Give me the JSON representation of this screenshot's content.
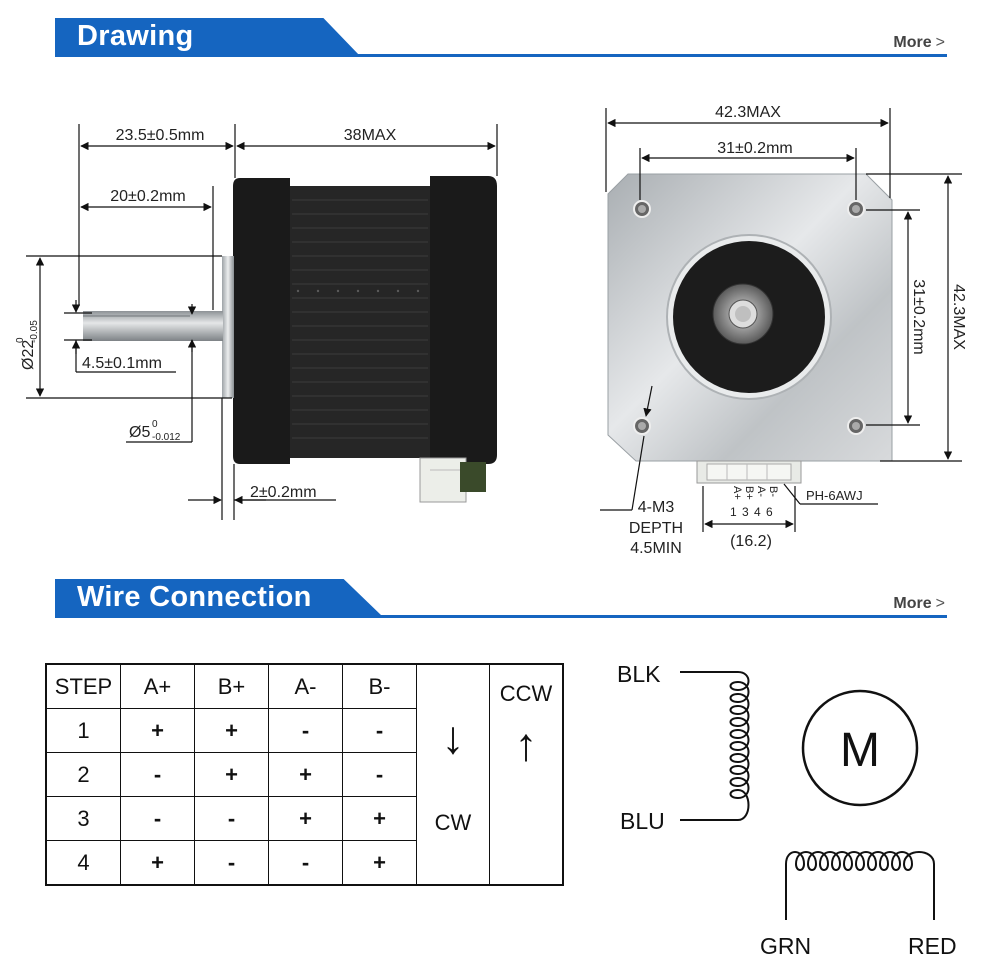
{
  "sections": {
    "drawing": {
      "title": "Drawing",
      "more_label": "More",
      "more_chevron": ">"
    },
    "wire": {
      "title": "Wire Connection",
      "more_label": "More",
      "more_chevron": ">"
    }
  },
  "side_view": {
    "dims": {
      "shaft_extension": "23.5±0.5mm",
      "body_length": "38MAX",
      "flat_length": "20±0.2mm",
      "flat_width": "4.5±0.1mm",
      "boss_diameter_main": "Ø22",
      "boss_diameter_tol_upper": "0",
      "boss_diameter_tol_lower": "-0.05",
      "shaft_diameter_main": "Ø5",
      "shaft_diameter_tol_upper": "0",
      "shaft_diameter_tol_lower": "-0.012",
      "boss_height": "2±0.2mm"
    }
  },
  "front_view": {
    "dims": {
      "width_max": "42.3MAX",
      "hole_spacing_h": "31±0.2mm",
      "hole_spacing_v": "31±0.2mm",
      "height_max": "42.3MAX",
      "mount_thread": "4-M3",
      "depth_label": "DEPTH",
      "depth_value": "4.5MIN",
      "connector_width": "(16.2)",
      "connector_type": "PH-6AWJ"
    },
    "pins": {
      "labels": [
        "A+",
        "B+",
        "A-",
        "B-"
      ],
      "numbers": [
        "1",
        "3",
        "4",
        "6"
      ]
    }
  },
  "sequence_table": {
    "headers": [
      "STEP",
      "A+",
      "B+",
      "A-",
      "B-"
    ],
    "rows": [
      {
        "step": "1",
        "values": [
          "+",
          "+",
          "-",
          "-"
        ]
      },
      {
        "step": "2",
        "values": [
          "-",
          "+",
          "+",
          "-"
        ]
      },
      {
        "step": "3",
        "values": [
          "-",
          "-",
          "+",
          "+"
        ]
      },
      {
        "step": "4",
        "values": [
          "+",
          "-",
          "-",
          "+"
        ]
      }
    ],
    "cw_label": "CW",
    "ccw_label": "CCW",
    "cw_arrow": "↓",
    "ccw_arrow": "↑"
  },
  "wiring": {
    "wire_blk": "BLK",
    "wire_blu": "BLU",
    "wire_grn": "GRN",
    "wire_red": "RED",
    "motor_symbol": "M"
  },
  "colors": {
    "accent": "#1565c0",
    "motor_body": "#1a1a1a",
    "faceplate": "#cfd3d6"
  }
}
